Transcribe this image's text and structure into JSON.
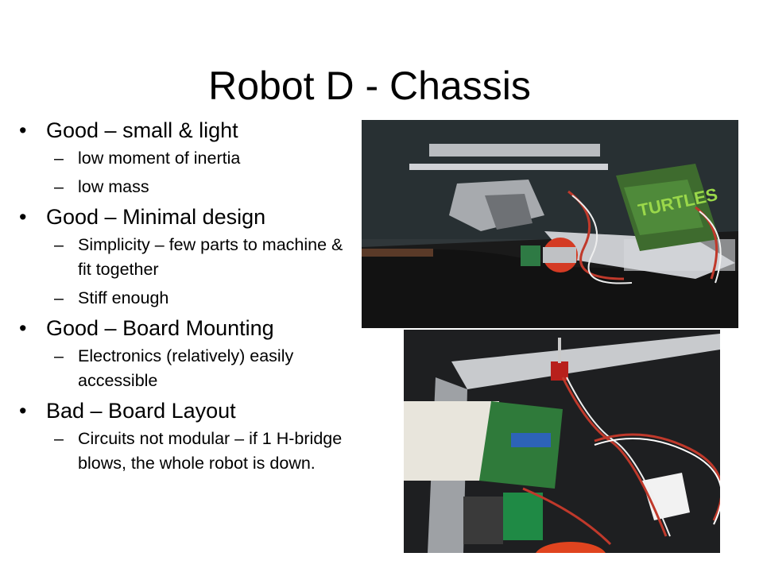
{
  "slide": {
    "title": "Robot D - Chassis",
    "bullets": [
      {
        "text": "Good – small & light",
        "subs": [
          "low moment of inertia",
          "low mass"
        ]
      },
      {
        "text": "Good – Minimal design",
        "subs": [
          "Simplicity – few parts to machine & fit together",
          "Stiff enough"
        ]
      },
      {
        "text": "Good – Board Mounting",
        "subs": [
          "Electronics (relatively) easily accessible"
        ]
      },
      {
        "text": "Bad – Board Layout",
        "subs": [
          "Circuits not modular – if 1 H-bridge blows, the whole robot is down."
        ]
      }
    ]
  },
  "photos": {
    "top": {
      "icon": "robot-chassis-photo",
      "label_on_board": "TURTLES"
    },
    "bottom": {
      "icon": "robot-electronics-photo"
    }
  },
  "colors": {
    "background": "#ffffff",
    "text": "#000000"
  }
}
